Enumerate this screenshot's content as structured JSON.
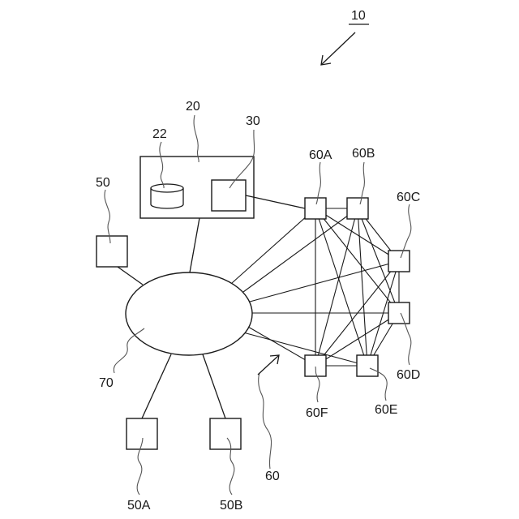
{
  "labels": {
    "system": "10",
    "server": "20",
    "storage": "22",
    "server_unit": "30",
    "device": "50",
    "device_a": "50A",
    "device_b": "50B",
    "node_group": "60",
    "node_a": "60A",
    "node_b": "60B",
    "node_c": "60C",
    "node_d": "60D",
    "node_e": "60E",
    "node_f": "60F",
    "network": "70"
  }
}
